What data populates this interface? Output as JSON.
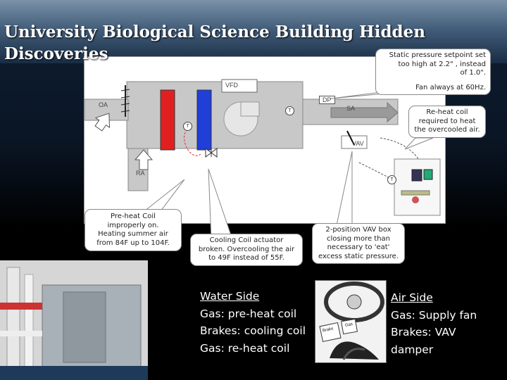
{
  "title": {
    "line1": "University Biological Science Building Hidden",
    "line2": "Discoveries"
  },
  "diagram": {
    "labels": {
      "vfd": "VFD",
      "dp": "DP",
      "oa": "OA",
      "sa": "SA",
      "ra": "RA",
      "vav": "VAV",
      "t": "T"
    }
  },
  "callouts": {
    "static_pressure": [
      "Static pressure setpoint set",
      "too high at 2.2\" , instead",
      "of 1.0\"."
    ],
    "fan": [
      "Fan always at 60Hz."
    ],
    "reheat": [
      "Re-heat coil",
      "required to heat",
      "the overcooled air."
    ],
    "preheat": [
      "Pre-heat Coil",
      "improperly on.",
      "Heating summer air",
      "from 84F up to 104F."
    ],
    "cooling": [
      "Cooling Coil actuator",
      "broken.  Overcooling the air",
      "to 49F instead of 55F."
    ],
    "vav_box": [
      "2-position VAV box",
      "closing more than",
      "necessary to 'eat'",
      "excess static pressure."
    ]
  },
  "photo": {
    "car_labels": [
      "Brake",
      "Gas"
    ]
  },
  "water_side": {
    "heading": "Water Side",
    "gas": "Gas:  pre-heat coil",
    "brakes": "Brakes:  cooling coil",
    "gas2": "Gas: re-heat coil"
  },
  "air_side": {
    "heading": "Air Side",
    "gas": "Gas:  Supply fan",
    "brakes": "Brakes:  VAV",
    "brakes_cont": "damper"
  }
}
